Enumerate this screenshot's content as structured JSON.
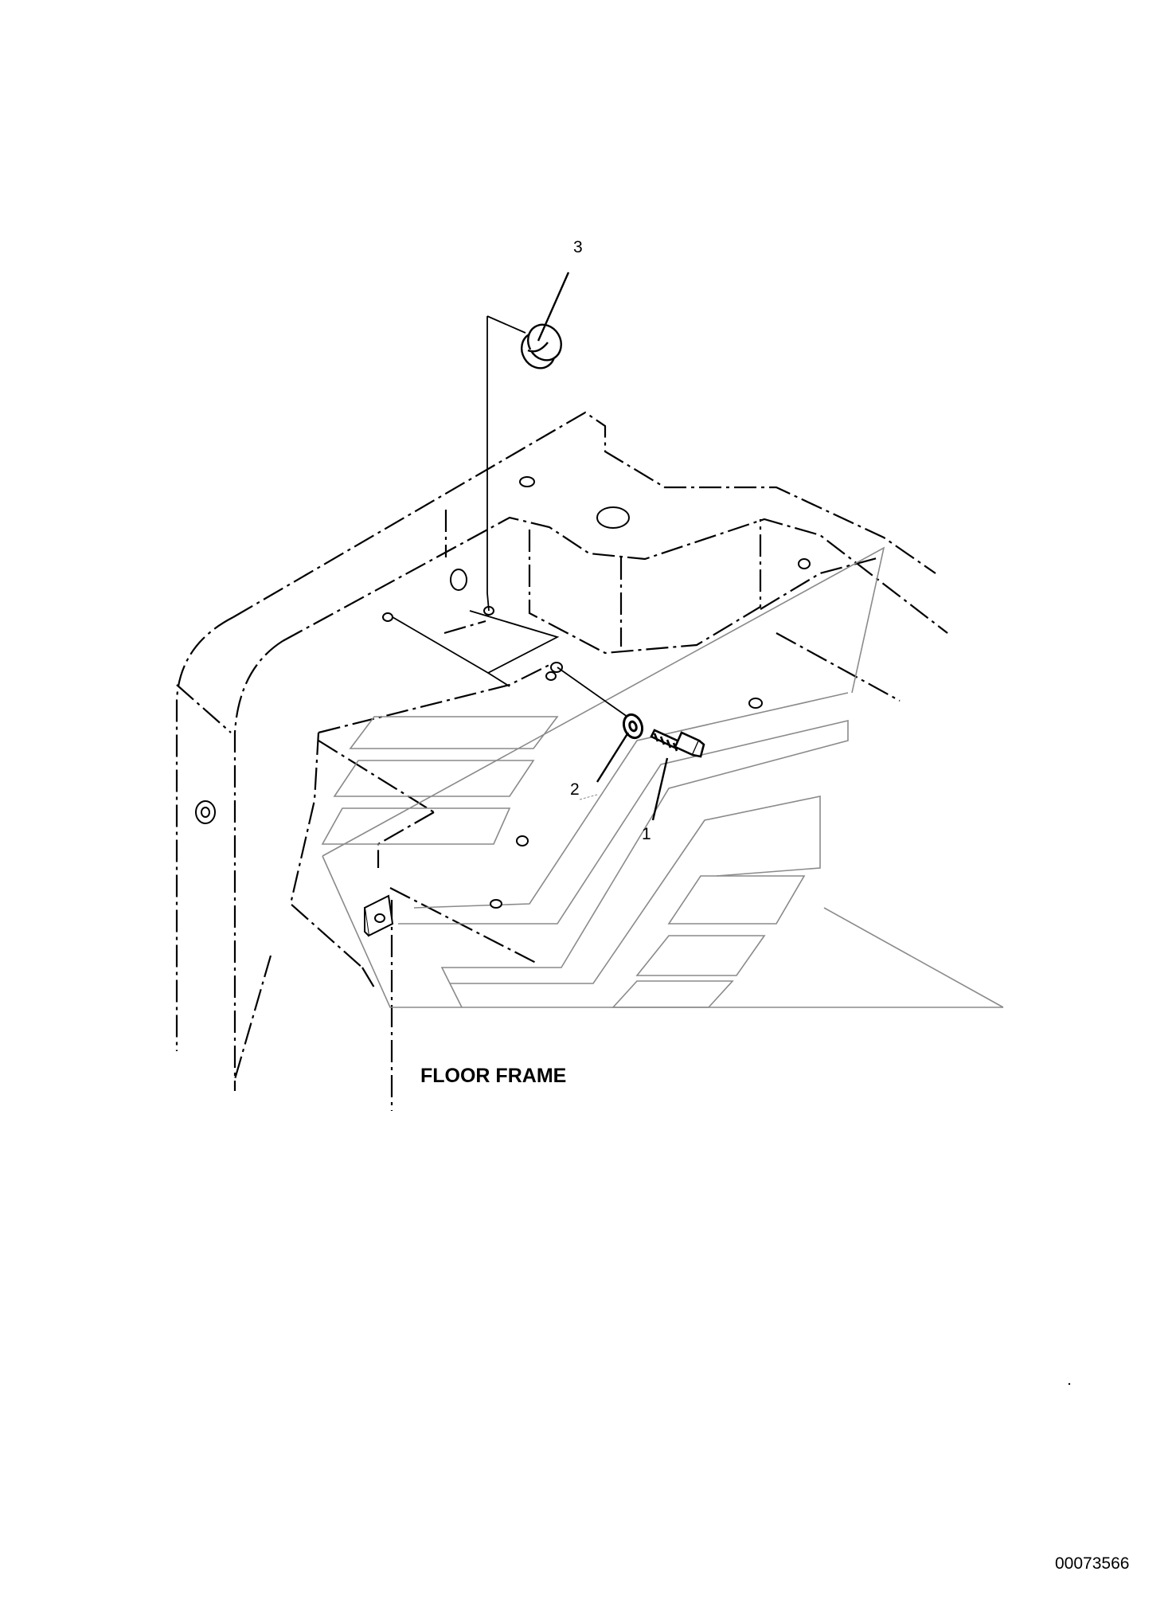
{
  "callouts": [
    {
      "number": "3"
    },
    {
      "number": "2"
    },
    {
      "number": "1"
    }
  ],
  "caption": "FLOOR FRAME",
  "drawing_number": "00073566"
}
